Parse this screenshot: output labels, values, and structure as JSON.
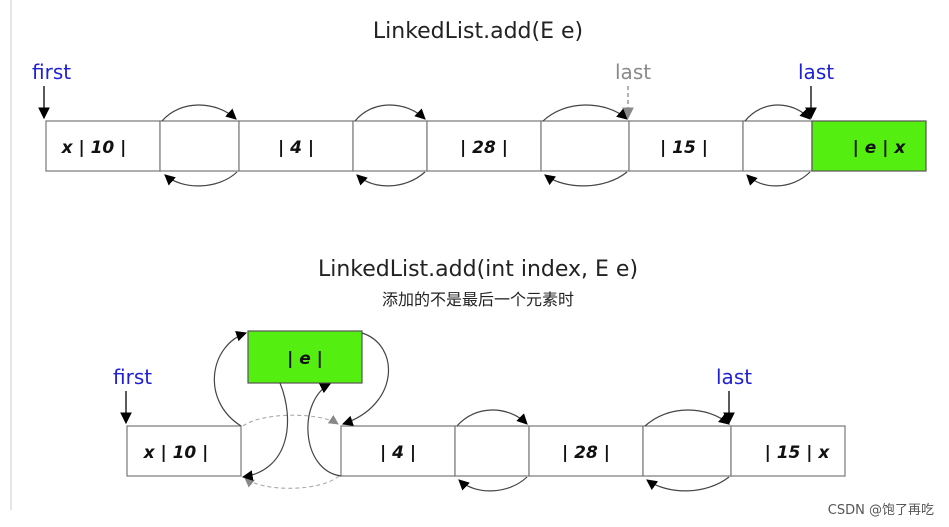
{
  "colors": {
    "pointer": "#1f1fd6",
    "pointer_old": "#8a8a8a",
    "new_node": "#55ee11",
    "stroke": "#777777"
  },
  "diagram1": {
    "title": "LinkedList.add(E e)",
    "pointers": {
      "first": "first",
      "last_old": "last",
      "last_new": "last"
    },
    "nodes": [
      "x | 10 |",
      "| 4 |",
      "| 28 |",
      "| 15 |",
      "| e | x"
    ]
  },
  "diagram2": {
    "title": "LinkedList.add(int index, E e)",
    "subtitle": "添加的不是最后一个元素时",
    "pointers": {
      "first": "first",
      "last": "last"
    },
    "new_node": "| e |",
    "nodes": [
      "x | 10 |",
      "| 4 |",
      "| 28 |",
      "| 15 | x"
    ]
  },
  "watermark": "CSDN @饱了再吃"
}
